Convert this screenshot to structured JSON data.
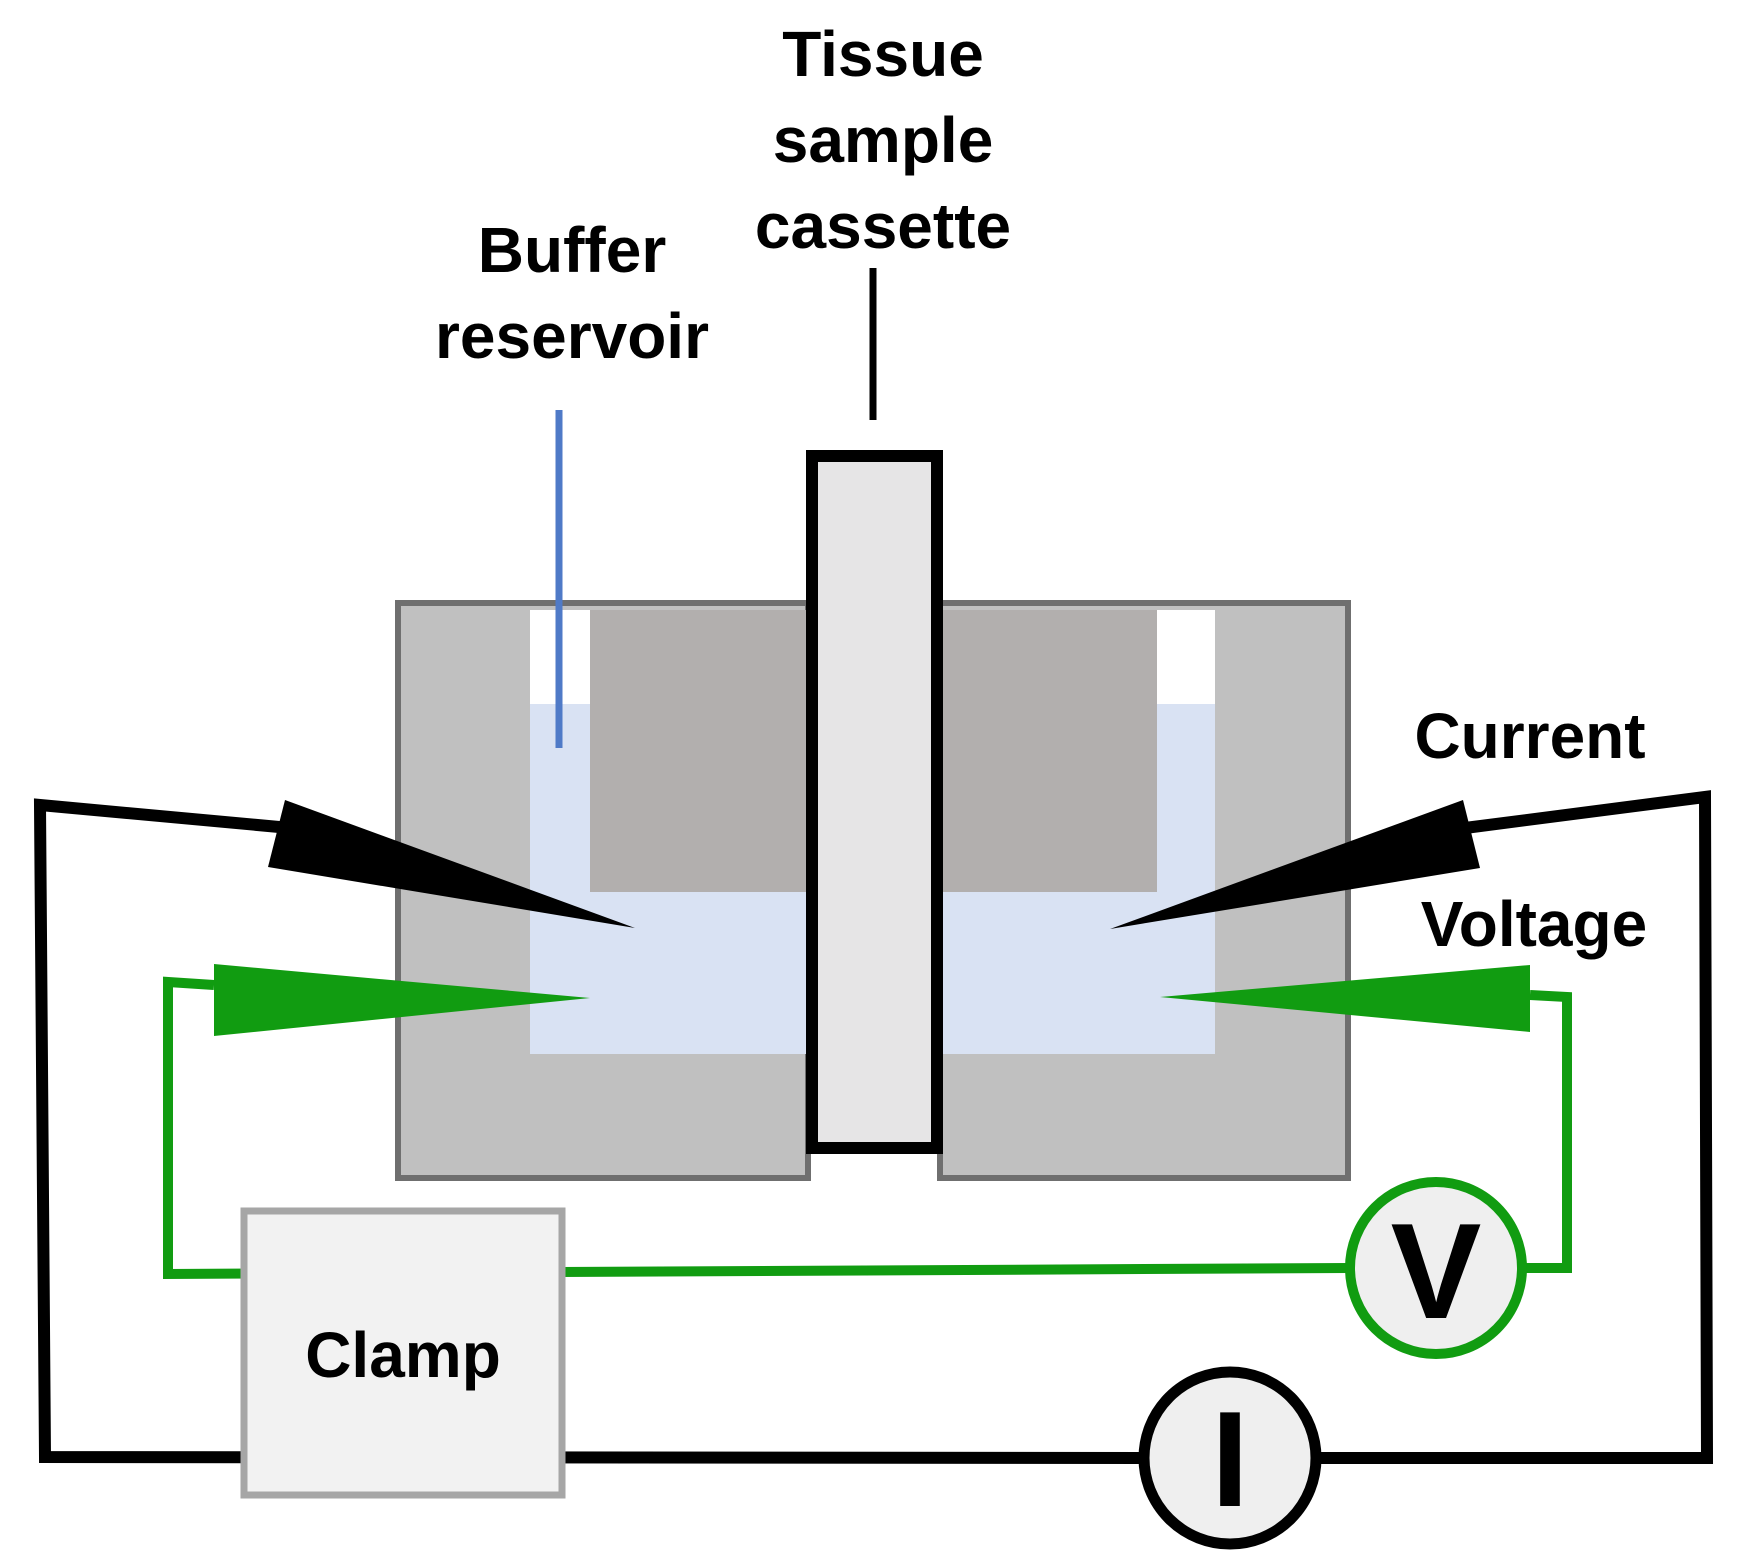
{
  "labels": {
    "tissue_line1": "Tissue",
    "tissue_line2": "sample",
    "tissue_line3": "cassette",
    "buffer_line1": "Buffer",
    "buffer_line2": "reservoir",
    "current": "Current",
    "voltage": "Voltage",
    "clamp": "Clamp",
    "voltmeter_symbol": "V",
    "ammeter_symbol": "I"
  },
  "colors": {
    "chamber": "#c0c0c0",
    "chamber_border": "#6f6f6f",
    "block": "#b2afae",
    "buffer": "#d9e2f3",
    "cassette": "#e6e5e6",
    "current_circuit": "#000000",
    "voltage_circuit": "#119c11",
    "reservoir_tube": "#4f7ac7",
    "clamp_fill": "#f2f2f2",
    "clamp_border": "#a6a6a6"
  }
}
